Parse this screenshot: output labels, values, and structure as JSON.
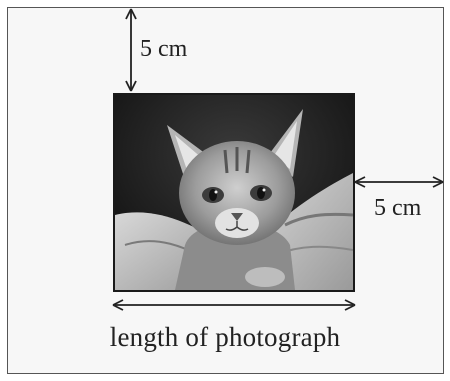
{
  "labels": {
    "top_margin": "5 cm",
    "right_margin": "5 cm",
    "caption": "length of photograph"
  },
  "photo": {
    "subject": "kitten-photograph"
  },
  "colors": {
    "border": "#555555",
    "ink": "#222222",
    "background": "#f7f7f7"
  }
}
